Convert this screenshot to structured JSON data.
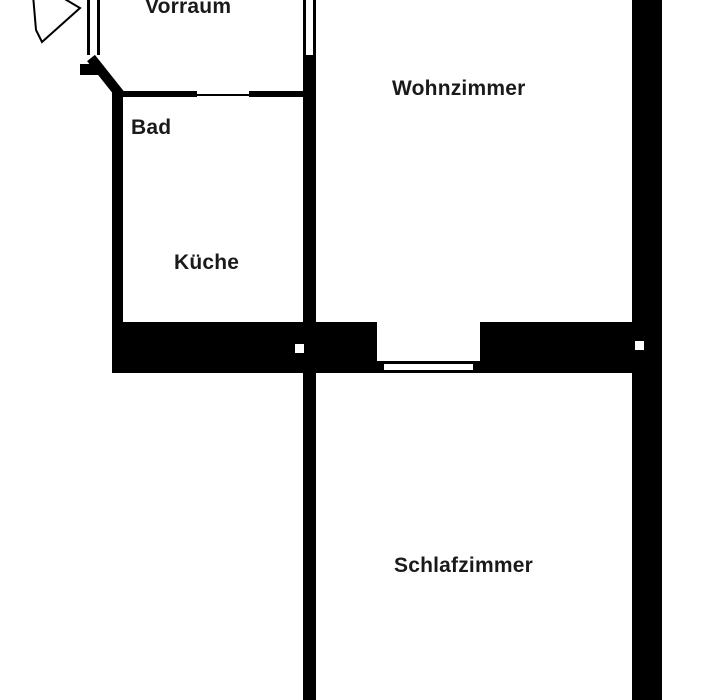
{
  "rooms": {
    "vorraum": "Vorraum",
    "wohnzimmer": "Wohnzimmer",
    "bad": "Bad",
    "kueche": "Küche",
    "schlafzimmer": "Schlafzimmer"
  },
  "colors": {
    "wall": "#000000",
    "background": "#ffffff",
    "window_frame": "#000000",
    "window_glass": "#ffffff"
  },
  "icons": {
    "entrance": "entrance-arrow-icon"
  }
}
